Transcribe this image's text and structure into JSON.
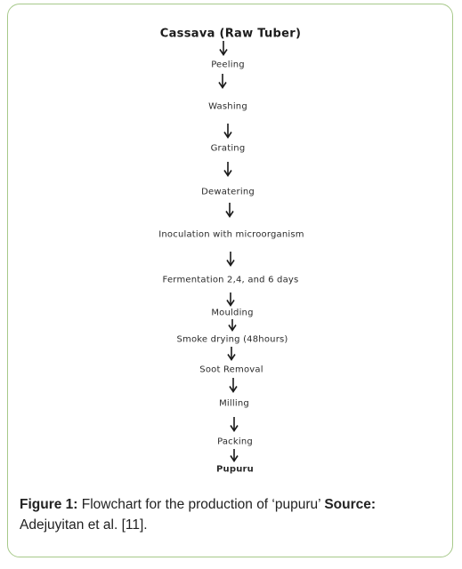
{
  "flowchart": {
    "steps": [
      "Cassava (Raw Tuber)",
      "Peeling",
      "Washing",
      "Grating",
      "Dewatering",
      "Inoculation with microorganism",
      "Fermentation 2,4, and 6 days",
      "Moulding",
      "Smoke drying (48hours)",
      "Soot Removal",
      "Milling",
      "Packing",
      "Pupuru"
    ]
  },
  "caption": {
    "figure_label": "Figure 1:",
    "text": " Flowchart for the production of ‘pupuru’ ",
    "source_label": "Source:",
    "source_text": " Adejuyitan et al. [11]."
  },
  "colors": {
    "border": "#a7c98a",
    "text": "#222222"
  }
}
